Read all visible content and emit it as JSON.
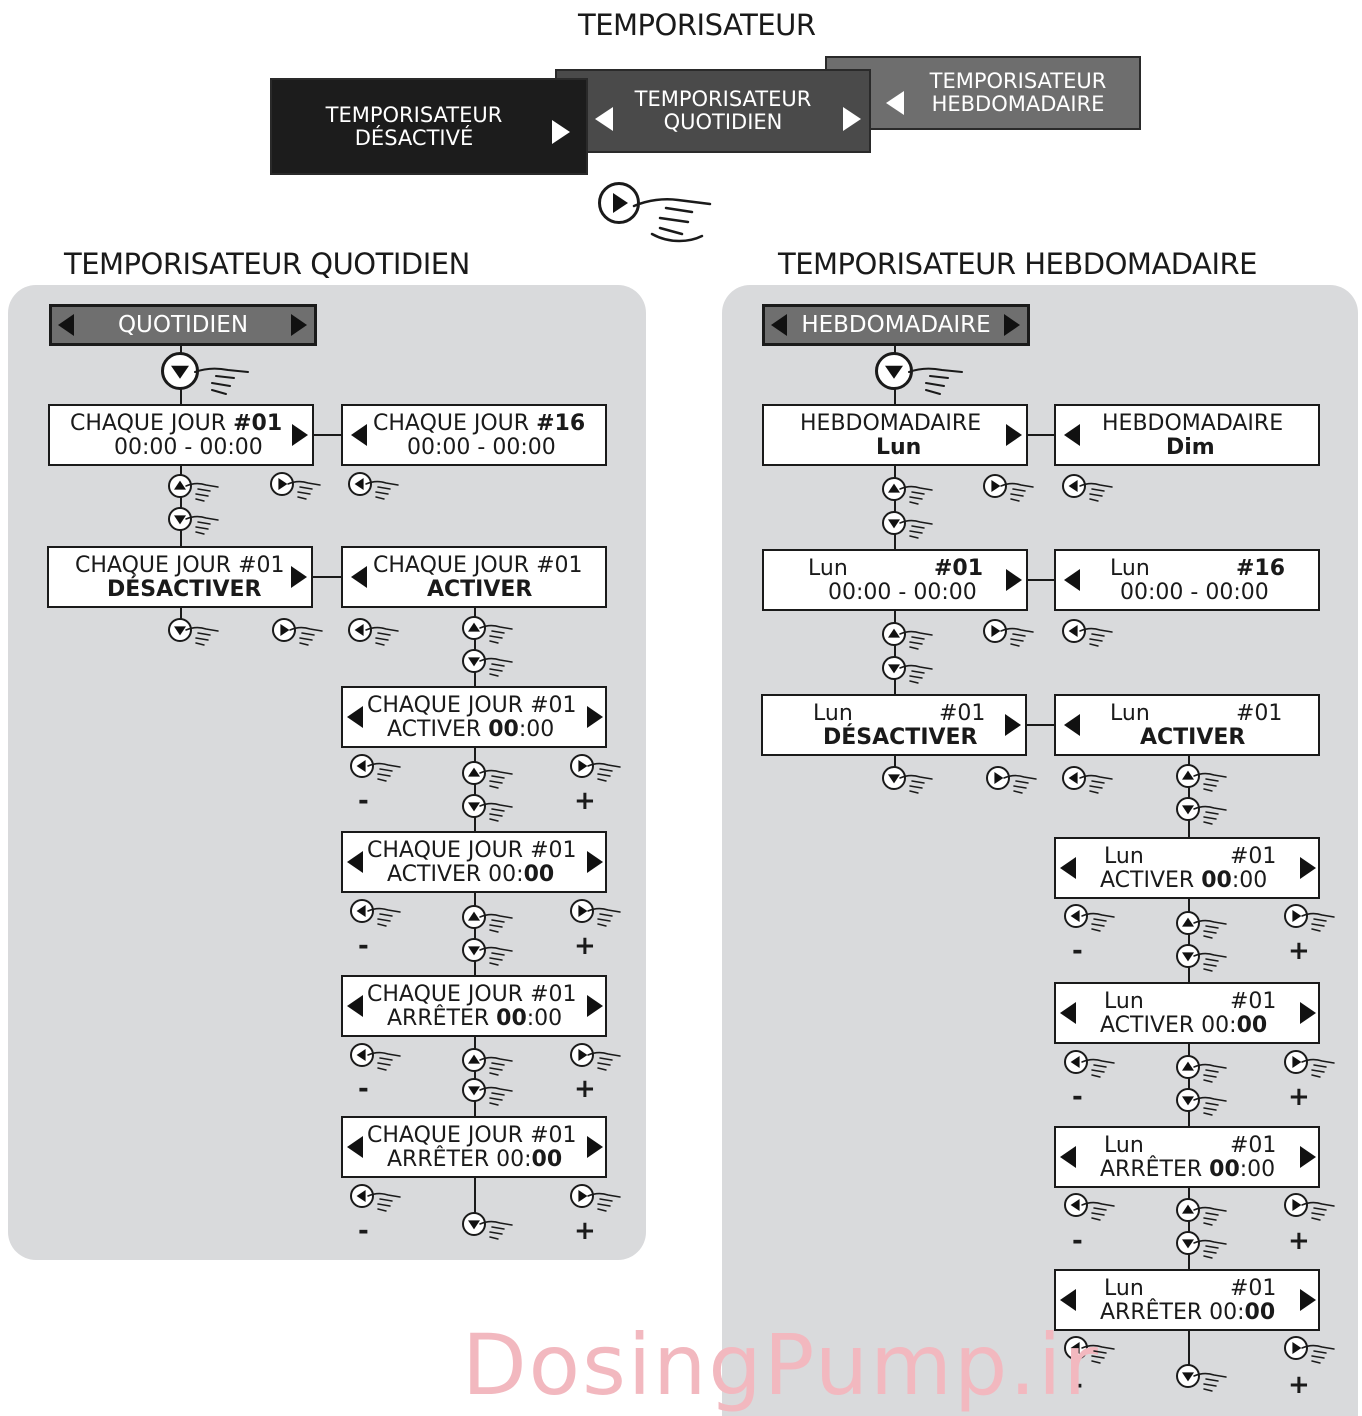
{
  "main_title": "TEMPORISATEUR",
  "tabs": {
    "disabled": [
      "TEMPORISATEUR",
      "DÉSACTIVÉ"
    ],
    "daily": [
      "TEMPORISATEUR",
      "QUOTIDIEN"
    ],
    "weekly": [
      "TEMPORISATEUR",
      "HEBDOMADAIRE"
    ]
  },
  "daily": {
    "section_title": "TEMPORISATEUR QUOTIDIEN",
    "header": "QUOTIDIEN",
    "r1_left": {
      "l1a": "CHAQUE JOUR ",
      "l1b": "#01",
      "l2": "00:00 - 00:00"
    },
    "r1_right": {
      "l1a": "CHAQUE JOUR ",
      "l1b": "#16",
      "l2": "00:00 - 00:00"
    },
    "r2_left": {
      "l1": "CHAQUE JOUR #01",
      "l2": "DÉSACTIVER"
    },
    "r2_right": {
      "l1": "CHAQUE JOUR  #01",
      "l2": "ACTIVER"
    },
    "s1": {
      "l1": "CHAQUE JOUR  #01",
      "l2a": "ACTIVER  ",
      "l2b": "00",
      "l2c": ":00"
    },
    "s2": {
      "l1": "CHAQUE JOUR  #01",
      "l2a": "ACTIVER  00:",
      "l2b": "00",
      "l2c": ""
    },
    "s3": {
      "l1": "CHAQUE JOUR  #01",
      "l2a": "ARRÊTER  ",
      "l2b": "00",
      "l2c": ":00"
    },
    "s4": {
      "l1": "CHAQUE JOUR  #01",
      "l2a": "ARRÊTER  00:",
      "l2b": "00",
      "l2c": ""
    }
  },
  "weekly": {
    "section_title": "TEMPORISATEUR HEBDOMADAIRE",
    "header": "HEBDOMADAIRE",
    "r1_left": {
      "l1": "HEBDOMADAIRE",
      "l2": "Lun"
    },
    "r1_right": {
      "l1": "HEBDOMADAIRE",
      "l2": "Dim"
    },
    "r2_left": {
      "day": "Lun",
      "num": "#01",
      "l2": "00:00 - 00:00"
    },
    "r2_right": {
      "day": "Lun",
      "num": "#16",
      "l2": "00:00 - 00:00"
    },
    "r3_left": {
      "day": "Lun",
      "num": "#01",
      "l2": "DÉSACTIVER"
    },
    "r3_right": {
      "day": "Lun",
      "num": "#01",
      "l2": "ACTIVER"
    },
    "s1": {
      "day": "Lun",
      "num": "#01",
      "l2a": "ACTIVER  ",
      "l2b": "00",
      "l2c": ":00"
    },
    "s2": {
      "day": "Lun",
      "num": "#01",
      "l2a": "ACTIVER  00:",
      "l2b": "00",
      "l2c": ""
    },
    "s3": {
      "day": "Lun",
      "num": "#01",
      "l2a": "ARRÊTER  ",
      "l2b": "00",
      "l2c": ":00"
    },
    "s4": {
      "day": "Lun",
      "num": "#01",
      "l2a": "ARRÊTER  00:",
      "l2b": "00",
      "l2c": ""
    }
  },
  "minus": "-",
  "plus": "+",
  "watermark": "DosingPump.ir",
  "colors": {
    "panel": "#d9dadc",
    "tab_disabled": "#1c1c1c",
    "tab_daily": "#4a4a4a",
    "tab_weekly": "#6e6e6e",
    "header": "#6f6f6f",
    "watermark": "#f2b8bf"
  }
}
